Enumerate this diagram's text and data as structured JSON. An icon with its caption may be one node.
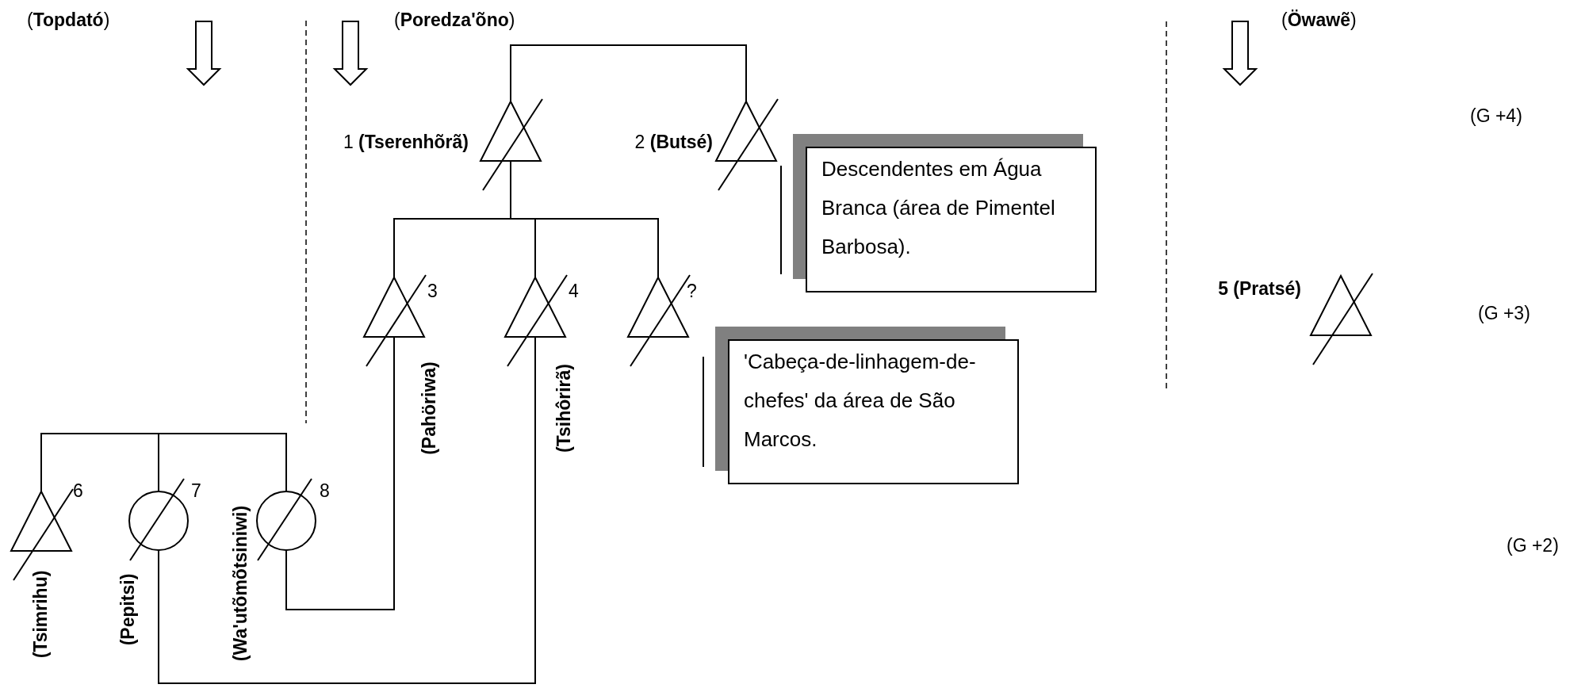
{
  "diagram": {
    "nodes": [
      {
        "text": [],
        "shape": "triangle",
        "beside": [
          "1 **(Tserenhõrã)**"
        ]
      },
      {
        "text": [],
        "shape": "triangle",
        "beside": [
          "2 **(Butsé)**"
        ]
      },
      {
        "text": [
          "Descendentes em Água Branca (área de Pimentel Barbosa)."
        ]
      },
      {
        "text": [],
        "shape": "triangle",
        "beside": [
          "3",
          "(Pahöriwa)"
        ]
      },
      {
        "text": [],
        "shape": "triangle",
        "beside": [
          "4",
          "(Tsihôrirã)"
        ]
      },
      {
        "text": [],
        "shape": "triangle",
        "beside": [
          "?"
        ]
      },
      {
        "text": [],
        "shape": "triangle",
        "beside": [
          "5 (Pratsé)"
        ]
      },
      {
        "text": [
          "'Cabeça-de-linhagem-de-chefes' da área de São Marcos."
        ]
      },
      {
        "text": [],
        "shape": "triangle",
        "beside": [
          "6",
          "(Tsimrihu)"
        ]
      },
      {
        "text": [],
        "shape": "circle",
        "beside": [
          "7",
          "(Pepitsi)"
        ]
      },
      {
        "text": [],
        "shape": "circle",
        "beside": [
          "8",
          "(Wa'utõmõtsiniwi)"
        ]
      }
    ],
    "edges": [
      {
        "from": 0,
        "to": 1,
        "arrow": "none"
      },
      {
        "from": 0,
        "to": 3,
        "arrow": "none"
      },
      {
        "from": 0,
        "to": 4,
        "arrow": "none"
      },
      {
        "from": 0,
        "to": 5,
        "arrow": "none"
      },
      {
        "from": 8,
        "to": 9,
        "arrow": "none"
      },
      {
        "from": 8,
        "to": 10,
        "arrow": "none"
      },
      {
        "from": 10,
        "to": 3,
        "arrow": "none"
      },
      {
        "from": 9,
        "to": 4,
        "arrow": "none"
      }
    ],
    "labels": [
      "(**Topdató**)",
      "(**Poredza'õno**)",
      "(**Öwawẽ**)",
      "(G +4)",
      "(G +3)",
      "(G +2)"
    ]
  }
}
